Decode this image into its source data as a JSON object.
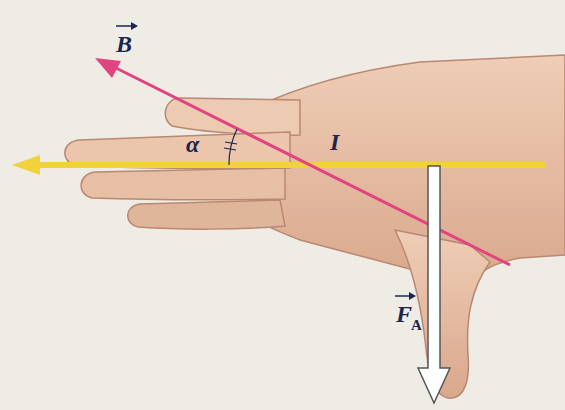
{
  "diagram": {
    "labels": [
      "B",
      "α",
      "I",
      "F",
      "A"
    ]
  }
}
